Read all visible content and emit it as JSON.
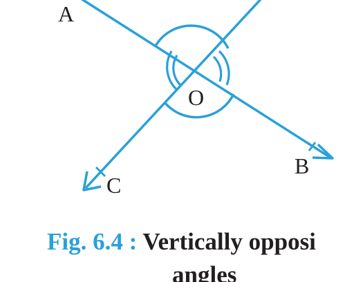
{
  "points": {
    "A": "A",
    "B": "B",
    "C": "C",
    "O": "O"
  },
  "caption": {
    "figure_number": "Fig. 6.4 :",
    "title_line1": "Vertically opposi",
    "title_line2": "angles"
  },
  "colors": {
    "line": "#2aa0d8",
    "text": "#231f20",
    "figure_number": "#2aa0d8"
  }
}
